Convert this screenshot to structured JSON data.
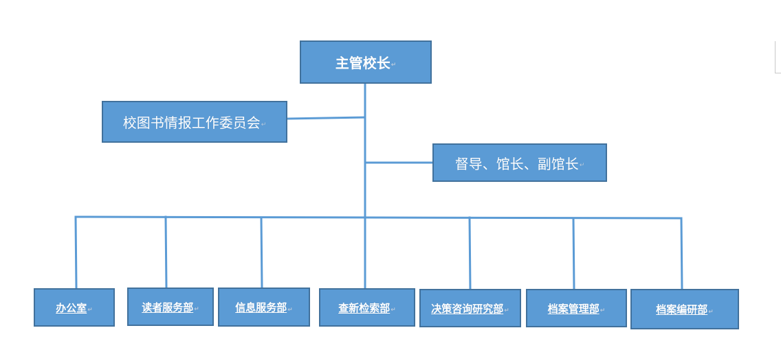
{
  "colors": {
    "box_fill": "#5b9bd5",
    "box_border": "#41719c",
    "connector": "#5b9bd5",
    "text": "#ffffff"
  },
  "top": {
    "label": "主管校长"
  },
  "committee": {
    "label": "校图书情报工作委员会"
  },
  "leaders": {
    "label": "督导、馆长、副馆长"
  },
  "paragraph_mark": "↵",
  "departments": [
    {
      "label": "办公室"
    },
    {
      "label": "读者服务部"
    },
    {
      "label": "信息服务部"
    },
    {
      "label": "查新检索部"
    },
    {
      "label": "决策咨询研究部"
    },
    {
      "label": "档案管理部"
    },
    {
      "label": "档案编研部"
    }
  ]
}
